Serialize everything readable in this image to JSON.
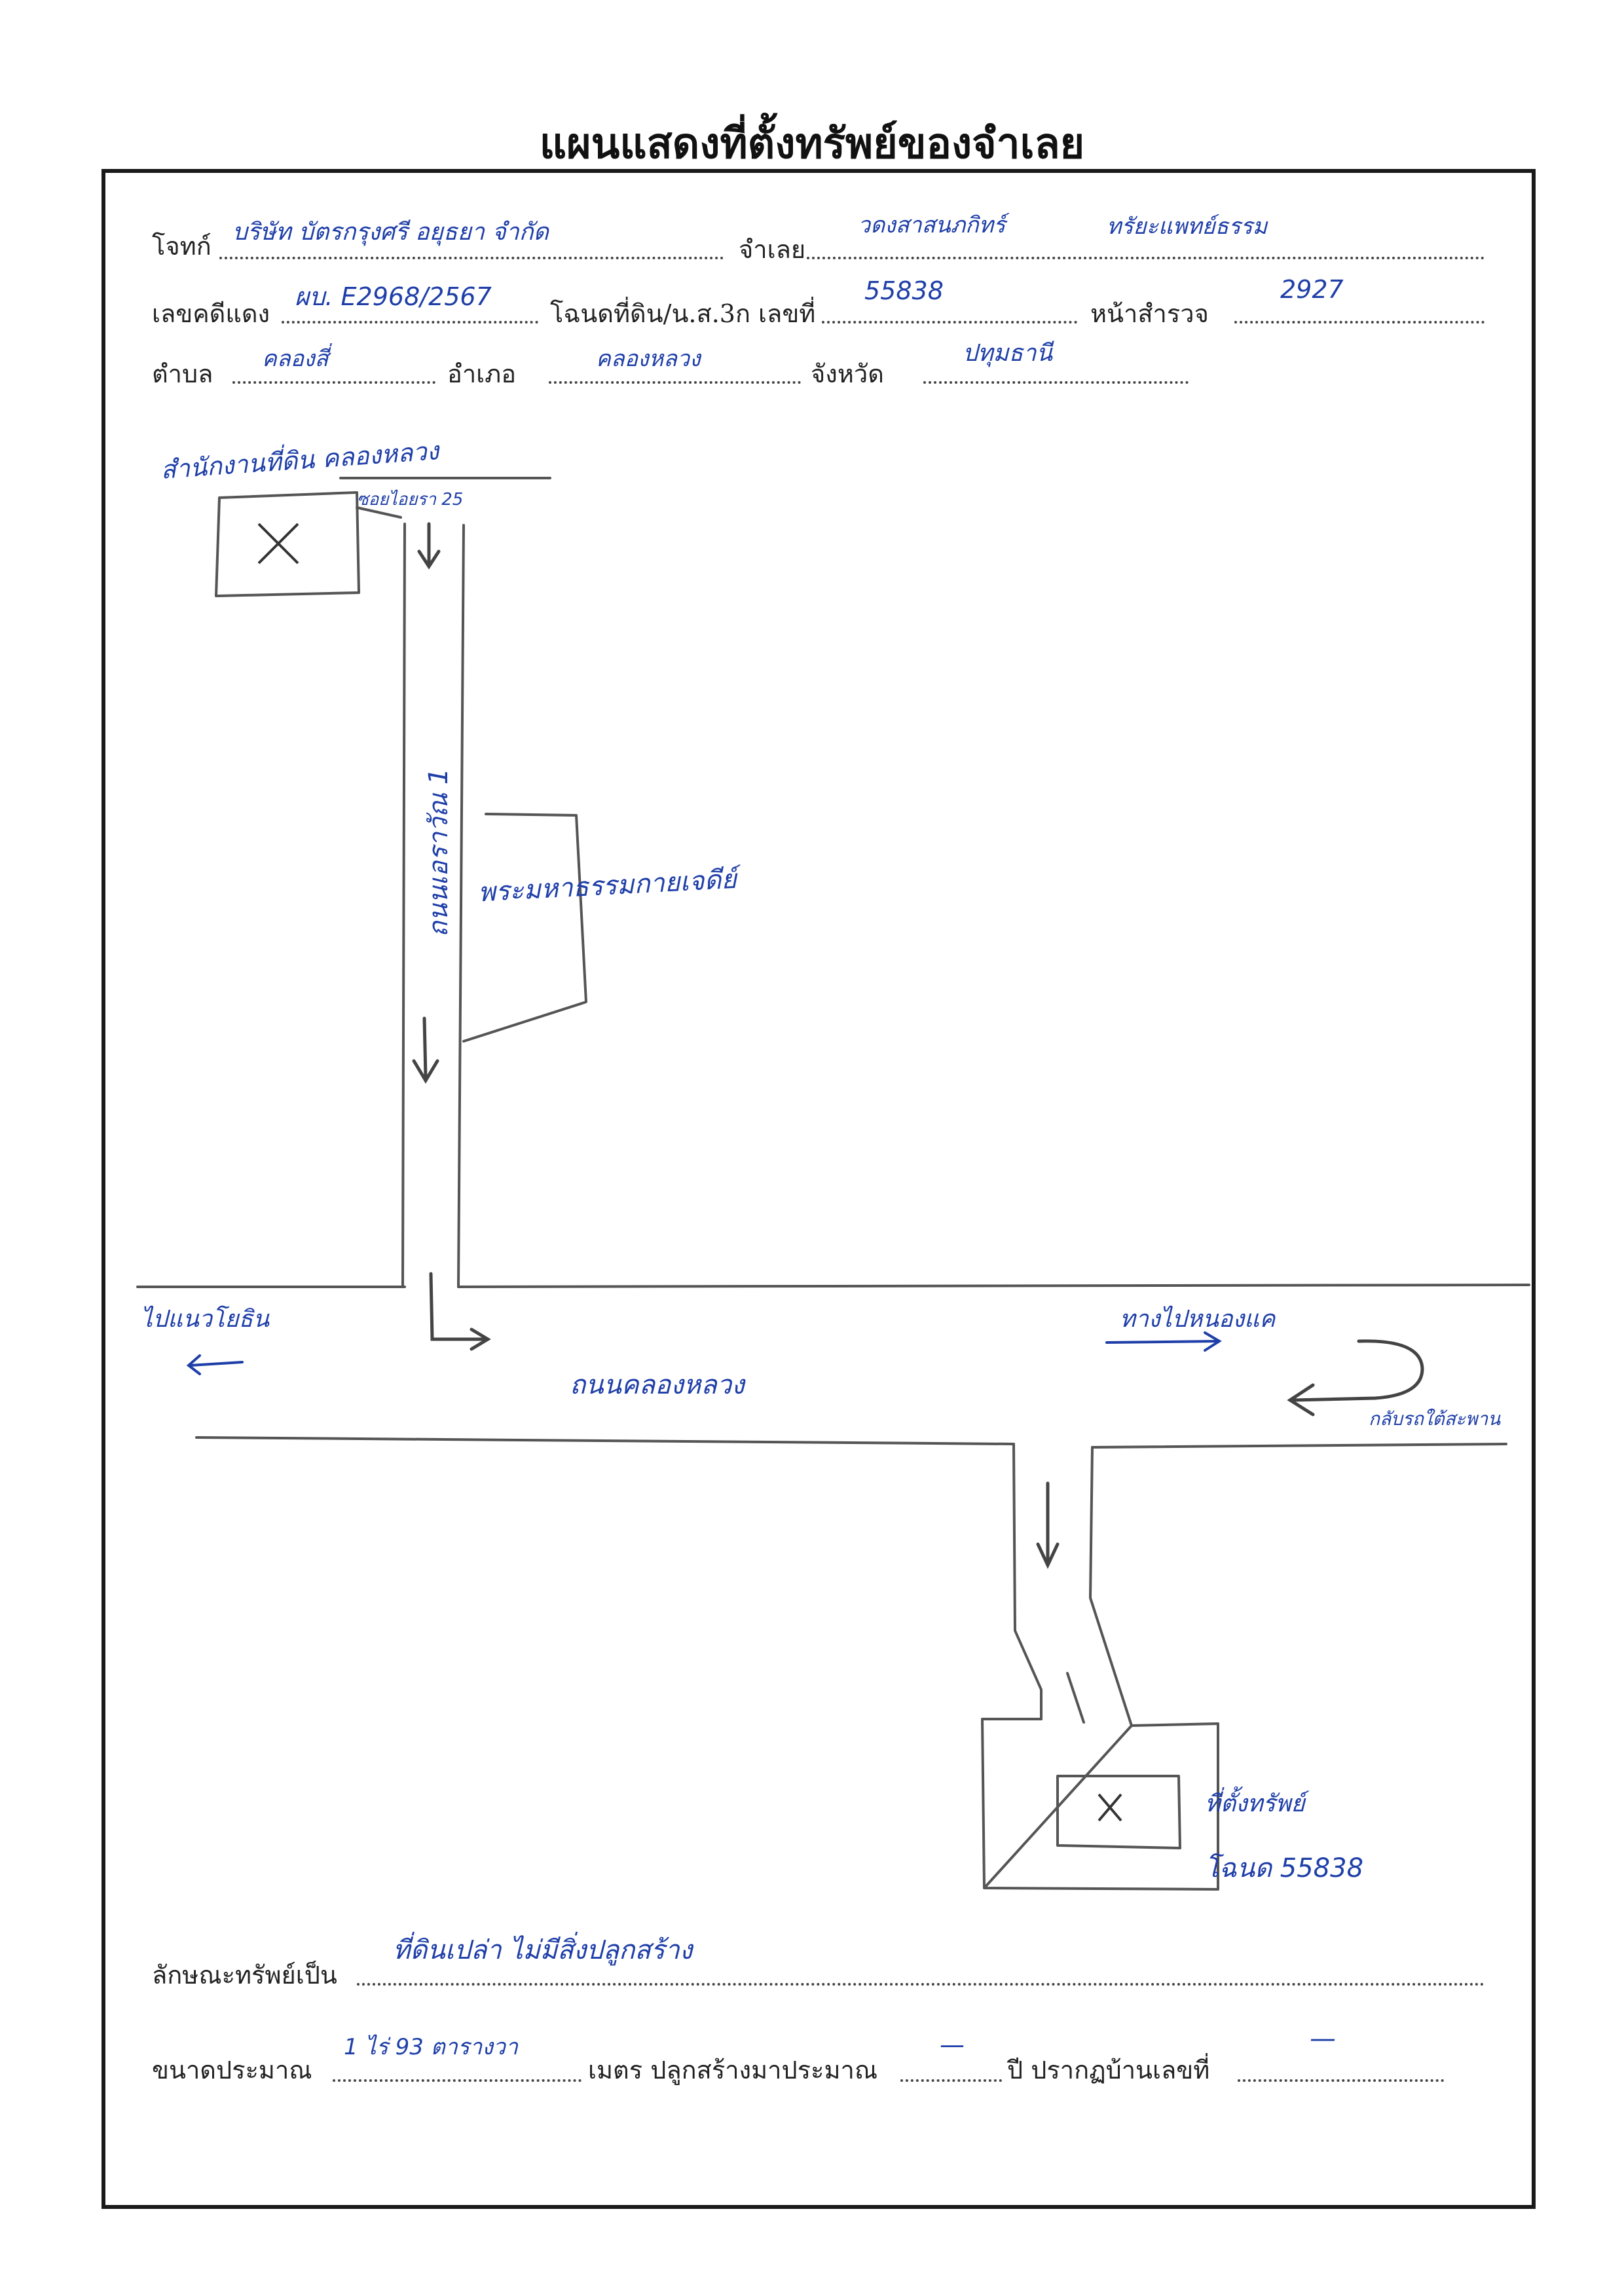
{
  "title": "แผนแสดงที่ตั้งทรัพย์ของจำเลย",
  "header": {
    "plaintiff_label": "โจทก์",
    "plaintiff_value": "บริษัท บัตรกรุงศรี อยุธยา จำกัด",
    "defendant_label": "จำเลย",
    "defendant_value": "วดงสาสนภกิทร์",
    "defendant_value2": "ทรัยะแพทย์ธรรม",
    "case_label": "เลขคดีแดง",
    "case_value": "ผบ. E2968/2567",
    "deed_label": "โฉนดที่ดิน/น.ส.3ก เลขที่",
    "deed_value": "55838",
    "survey_label": "หน้าสำรวจ",
    "survey_value": "2927",
    "subdistrict_label": "ตำบล",
    "subdistrict_value": "คลองสี่",
    "district_label": "อำเภอ",
    "district_value": "คลองหลวง",
    "province_label": "จังหวัด",
    "province_value": "ปทุมธานี"
  },
  "map": {
    "office_label": "สำนักงานที่ดิน คลองหลวง",
    "soi_label": "ซอยไอยรา 25",
    "road_vertical_label": "ถนนเอราวัณ 1",
    "temple_label": "พระมหาธรรมกายเจดีย์",
    "left_direction": "ไปแนวโยธิน",
    "right_direction": "ทางไปหนองแค",
    "u_turn_label": "กลับรถใต้สะพาน",
    "main_road_label": "ถนนคลองหลวง",
    "property_label": "ที่ตั้งทรัพย์",
    "property_deed": "โฉนด 55838",
    "cross_mark": "X"
  },
  "footer": {
    "property_type_label": "ลักษณะทรัพย์เป็น",
    "property_type_value": "ที่ดินเปล่า ไม่มีสิ่งปลูกสร้าง",
    "size_label": "ขนาดประมาณ",
    "size_value": "1 ไร่ 93 ตารางวา",
    "unit_label": "เมตร ปลูกสร้างมาประมาณ",
    "years_value": "—",
    "house_label": "ปี ปรากฏบ้านเลขที่",
    "house_value": "—"
  }
}
